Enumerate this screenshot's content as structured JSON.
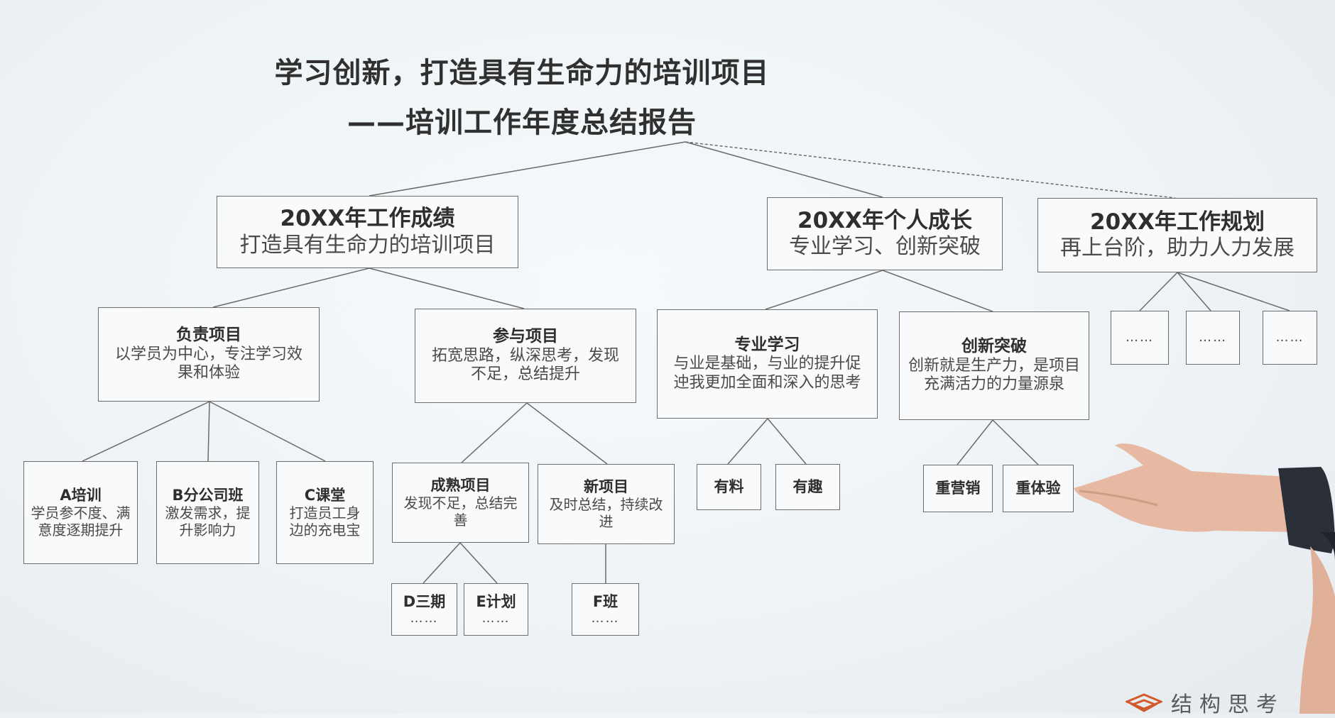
{
  "title": {
    "line1": "学习创新，打造具有生命力的培训项目",
    "line2": "——培训工作年度总结报告"
  },
  "sections": {
    "achievement": {
      "heading": "20XX年工作成绩",
      "subtitle": "打造具有生命力的培训项目",
      "responsible": {
        "heading": "负责项目",
        "text": "以学员为中心，专注学习效果和体验",
        "items": [
          {
            "heading": "A培训",
            "text": "学员参不度、满意度逐期提升"
          },
          {
            "heading": "B分公司班",
            "text": "激发需求，提升影响力"
          },
          {
            "heading": "C课堂",
            "text": "打造员工身边的充电宝"
          }
        ]
      },
      "participation": {
        "heading": "参与项目",
        "text": "拓宽思路，纵深思考，发现不足，总结提升",
        "mature": {
          "heading": "成熟项目",
          "text": "发现不足，总结完善",
          "items": [
            {
              "heading": "D三期",
              "text": "……"
            },
            {
              "heading": "E计划",
              "text": "……"
            }
          ]
        },
        "new": {
          "heading": "新项目",
          "text": "及时总结，持续改进",
          "items": [
            {
              "heading": "F班",
              "text": "……"
            }
          ]
        }
      }
    },
    "growth": {
      "heading": "20XX年个人成长",
      "subtitle": "专业学习、创新突破",
      "study": {
        "heading": "专业学习",
        "text": "与业是基础，与业的提升促迚我更加全面和深入的思考",
        "items": [
          "有料",
          "有趣"
        ]
      },
      "innovation": {
        "heading": "创新突破",
        "text": "创新就是生产力，是项目充满活力的力量源泉",
        "items": [
          "重营销",
          "重体验"
        ]
      }
    },
    "plan": {
      "heading": "20XX年工作规划",
      "subtitle": "再上台阶，助力人力发展",
      "items": [
        "……",
        "……",
        "……"
      ]
    }
  },
  "logo_text": "结构思考",
  "colors": {
    "line": "#6a6a6a",
    "box_border": "#6d6d6d",
    "text": "#2b2b2b"
  }
}
